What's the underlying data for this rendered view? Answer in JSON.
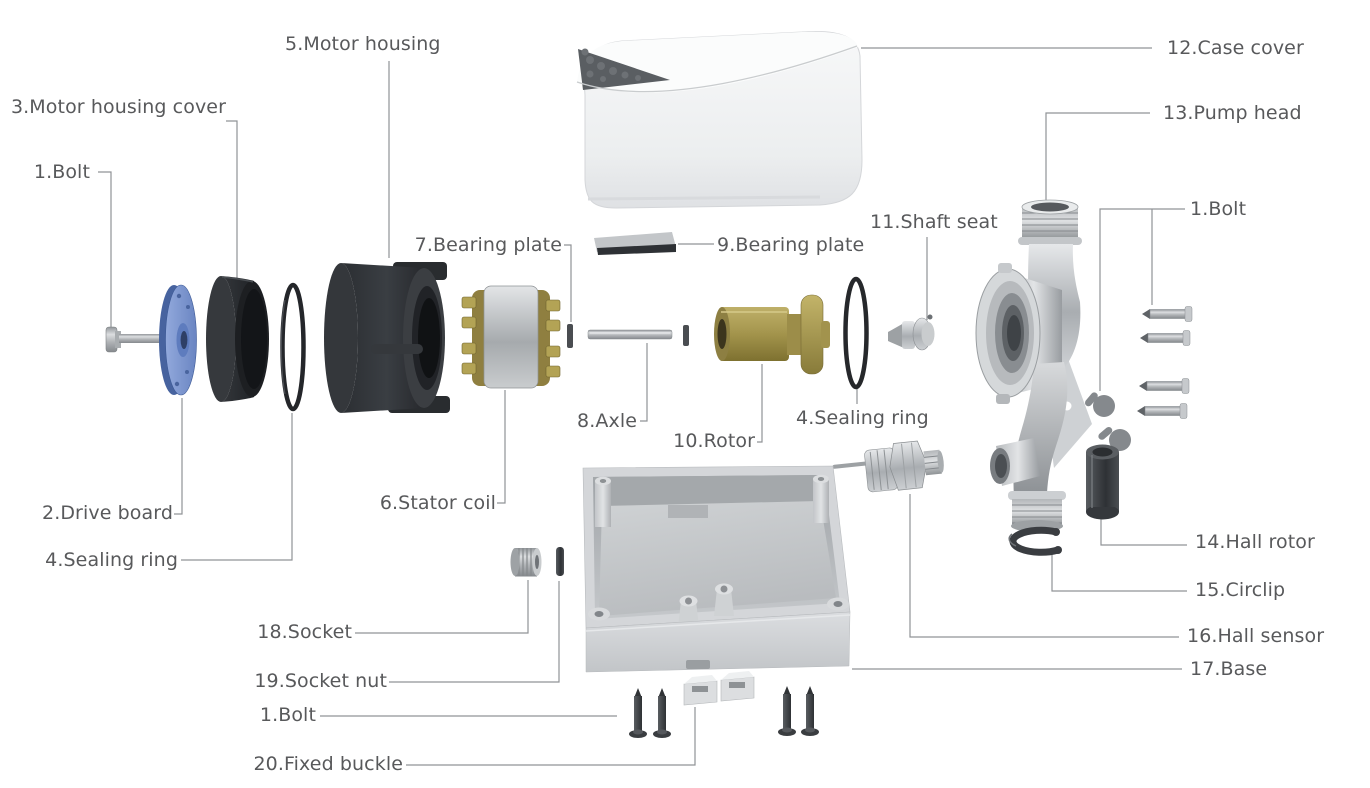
{
  "diagram": {
    "type": "exploded-parts-diagram",
    "subject": "circulation pump assembly",
    "background": "#ffffff"
  },
  "colors": {
    "label_text": "#58595b",
    "leader_line": "#909396",
    "case_cover_white": "#f2f3f5",
    "housing_dark": "#2d3034",
    "brass_gold": "#a99a52",
    "drive_board_blue": "#7b95d0",
    "base_gray": "#c9cccf",
    "metal_silver": "#c6c9cc"
  },
  "labels": [
    {
      "id": "bolt-left",
      "text": "1.Bolt"
    },
    {
      "id": "motor-housing-cover",
      "text": "3.Motor housing cover"
    },
    {
      "id": "motor-housing",
      "text": "5.Motor housing"
    },
    {
      "id": "bearing-plate-7",
      "text": "7.Bearing plate"
    },
    {
      "id": "bearing-plate-9",
      "text": "9.Bearing plate"
    },
    {
      "id": "shaft-seat",
      "text": "11.Shaft seat"
    },
    {
      "id": "case-cover",
      "text": "12.Case cover"
    },
    {
      "id": "pump-head",
      "text": "13.Pump head"
    },
    {
      "id": "bolt-right",
      "text": "1.Bolt"
    },
    {
      "id": "drive-board",
      "text": "2.Drive board"
    },
    {
      "id": "sealing-ring-left",
      "text": "4.Sealing ring"
    },
    {
      "id": "stator-coil",
      "text": "6.Stator coil"
    },
    {
      "id": "axle",
      "text": "8.Axle"
    },
    {
      "id": "rotor",
      "text": "10.Rotor"
    },
    {
      "id": "sealing-ring-right",
      "text": "4.Sealing ring"
    },
    {
      "id": "hall-rotor",
      "text": "14.Hall rotor"
    },
    {
      "id": "circlip",
      "text": "15.Circlip"
    },
    {
      "id": "hall-sensor",
      "text": "16.Hall sensor"
    },
    {
      "id": "base",
      "text": "17.Base"
    },
    {
      "id": "socket",
      "text": "18.Socket"
    },
    {
      "id": "socket-nut",
      "text": "19.Socket nut"
    },
    {
      "id": "bolt-bottom",
      "text": "1.Bolt"
    },
    {
      "id": "fixed-buckle",
      "text": "20.Fixed buckle"
    }
  ]
}
